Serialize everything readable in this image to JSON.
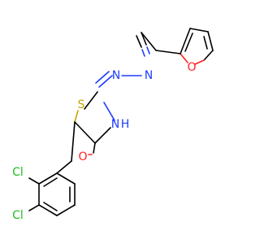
{
  "molecule": {
    "atoms": {
      "furan_o": "O",
      "hydrazone_n1": "N",
      "hydrazone_n2": "N",
      "thiazolidine_s": "S",
      "thiazolidine_nh_n": "N",
      "thiazolidine_nh_h": "H",
      "carbonyl_o": "O",
      "cl_upper": "Cl",
      "cl_lower": "Cl"
    },
    "colors": {
      "carbon": "#000000",
      "nitrogen": "#1f3dff",
      "oxygen": "#ff1f1f",
      "sulfur": "#c8a400",
      "chlorine": "#1fbf1f"
    }
  }
}
